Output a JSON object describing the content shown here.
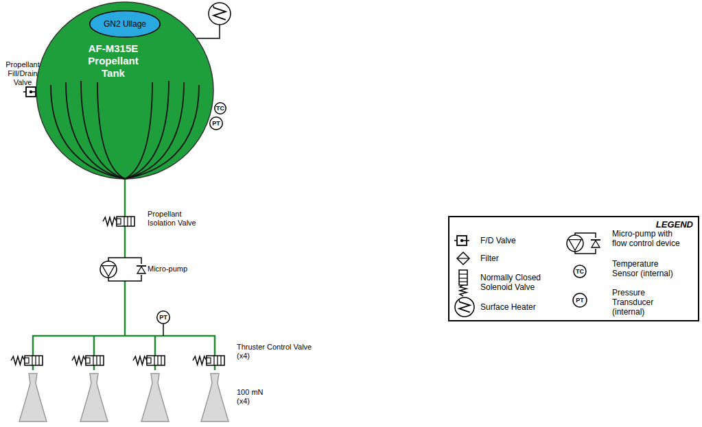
{
  "diagram": {
    "nodes": [
      {
        "text": [
          "AF-M315E Propellant Tank"
        ]
      },
      {
        "text": [
          "GN2 Ullage"
        ],
        "in": 0
      },
      {
        "text": [
          "TC"
        ]
      },
      {
        "text": [
          "PT"
        ]
      },
      {
        "text": [
          "PT"
        ]
      }
    ],
    "labels": [
      "Propellant Fill/Drain Valve",
      "Propellant Isolation Valve",
      "Micro-pump",
      "Thruster Control Valve (x4)",
      "100 mN (x4)",
      "LEGEND",
      "TC",
      "PT"
    ],
    "legend": [
      {
        "text": "F/D Valve"
      },
      {
        "text": "Filter"
      },
      {
        "text": "Normally Closed Solenoid Valve"
      },
      {
        "text": "Surface Heater"
      },
      {
        "text": "Micro-pump with flow control device"
      },
      {
        "text": "Temperature Sensor (internal)"
      },
      {
        "text": "Pressure Transducer (internal)"
      }
    ]
  }
}
